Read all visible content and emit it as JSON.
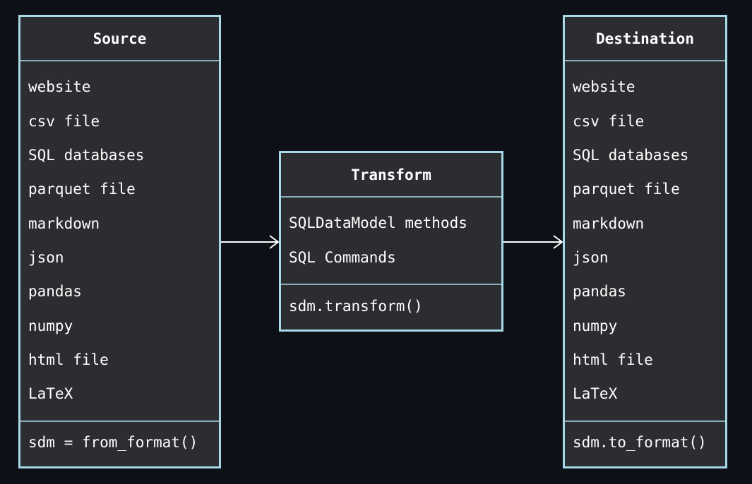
{
  "source": {
    "title": "Source",
    "items": [
      "website",
      "csv file",
      "SQL databases",
      "parquet file",
      "markdown",
      "json",
      "pandas",
      "numpy",
      "html file",
      "LaTeX"
    ],
    "method": "sdm = from_format()"
  },
  "transform": {
    "title": "Transform",
    "items": [
      "SQLDataModel methods",
      "SQL Commands"
    ],
    "method": "sdm.transform()"
  },
  "destination": {
    "title": "Destination",
    "items": [
      "website",
      "csv file",
      "SQL databases",
      "parquet file",
      "markdown",
      "json",
      "pandas",
      "numpy",
      "html file",
      "LaTeX"
    ],
    "method": "sdm.to_format()"
  },
  "colors": {
    "background": "#0d1117",
    "box_fill": "#2b2d30",
    "border": "#a8d8e8",
    "text": "#ffffff"
  }
}
